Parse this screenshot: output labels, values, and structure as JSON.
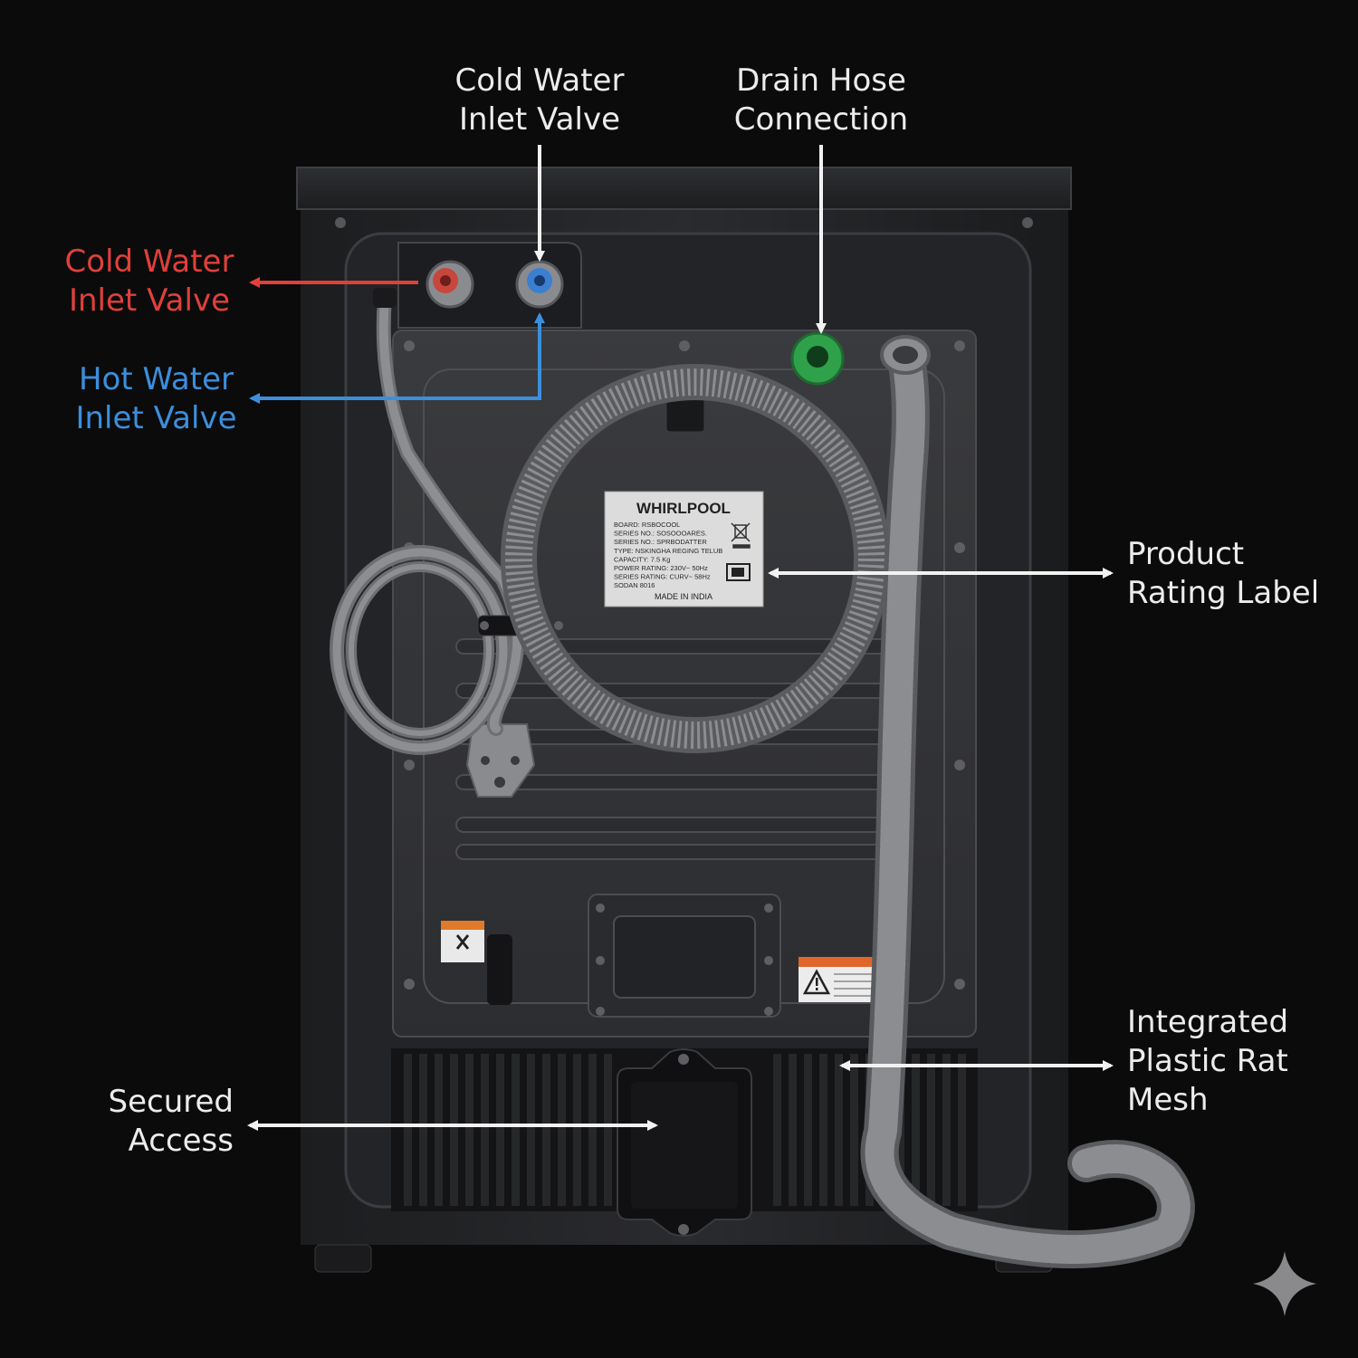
{
  "callouts": {
    "top_cold": {
      "line1": "Cold Water",
      "line2": "Inlet Valve"
    },
    "top_drain": {
      "line1": "Drain Hose",
      "line2": "Connection"
    },
    "left_cold": {
      "line1": "Cold Water",
      "line2": "Inlet Valve"
    },
    "left_hot": {
      "line1": "Hot Water",
      "line2": "Inlet Valve"
    },
    "rating": {
      "line1": "Product",
      "line2": "Rating Label"
    },
    "mesh": {
      "line1": "Integrated",
      "line2": "Plastic Rat",
      "line3": "Mesh"
    },
    "access": {
      "line1": "Secured",
      "line2": "Access"
    }
  },
  "rating_label": {
    "brand": "WHIRLPOOL",
    "lines": [
      "BOARD: RSBOCOOL",
      "SERIES NO.: SOSOOOARES.",
      "SERIES NO.: SPRBODATTER",
      "TYPE: NSKINGHA REGING TELUB",
      "CAPACITY: 7.5 Kg",
      "POWER RATING: 230V~ 50Hz",
      "SERIES RATING: CURV~ 58Hz",
      "SODAN 8016"
    ],
    "footer": "MADE IN INDIA"
  },
  "colors": {
    "background": "#0b0b0c",
    "text": "#ececec",
    "cold_red": "#e0403a",
    "hot_blue": "#3b8fdc",
    "drain_green": "#2fa14a",
    "arrow_white": "#f2f2f2"
  },
  "icons": {
    "warning": "warning-triangle-icon",
    "watermark": "sparkle-icon"
  }
}
